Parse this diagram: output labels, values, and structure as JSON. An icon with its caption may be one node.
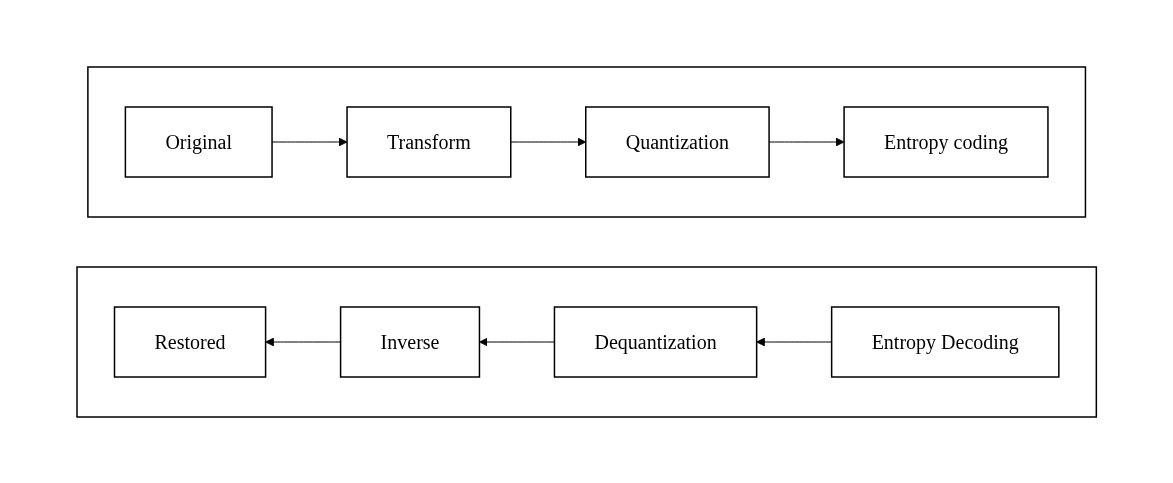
{
  "diagram": {
    "nodes": [
      {
        "text": [],
        "shape": "box"
      },
      {
        "text": [
          "Original"
        ],
        "in": 0
      },
      {
        "text": [
          "Transform"
        ],
        "in": 0
      },
      {
        "text": [
          "Quantization"
        ],
        "in": 0
      },
      {
        "text": [
          "Entropy coding"
        ],
        "in": 0
      },
      {
        "text": [],
        "shape": "box"
      },
      {
        "text": [
          "Restored"
        ],
        "in": 5
      },
      {
        "text": [
          "Inverse"
        ],
        "in": 5
      },
      {
        "text": [
          "Dequantization"
        ],
        "in": 5
      },
      {
        "text": [
          "Entropy Decoding"
        ],
        "in": 5
      }
    ],
    "edges": [
      {
        "from": 1,
        "to": 2,
        "arrow": "to"
      },
      {
        "from": 2,
        "to": 3,
        "arrow": "to"
      },
      {
        "from": 3,
        "to": 4,
        "arrow": "to"
      },
      {
        "from": 9,
        "to": 8,
        "arrow": "to"
      },
      {
        "from": 8,
        "to": 7,
        "arrow": "to"
      },
      {
        "from": 7,
        "to": 6,
        "arrow": "to"
      }
    ]
  }
}
